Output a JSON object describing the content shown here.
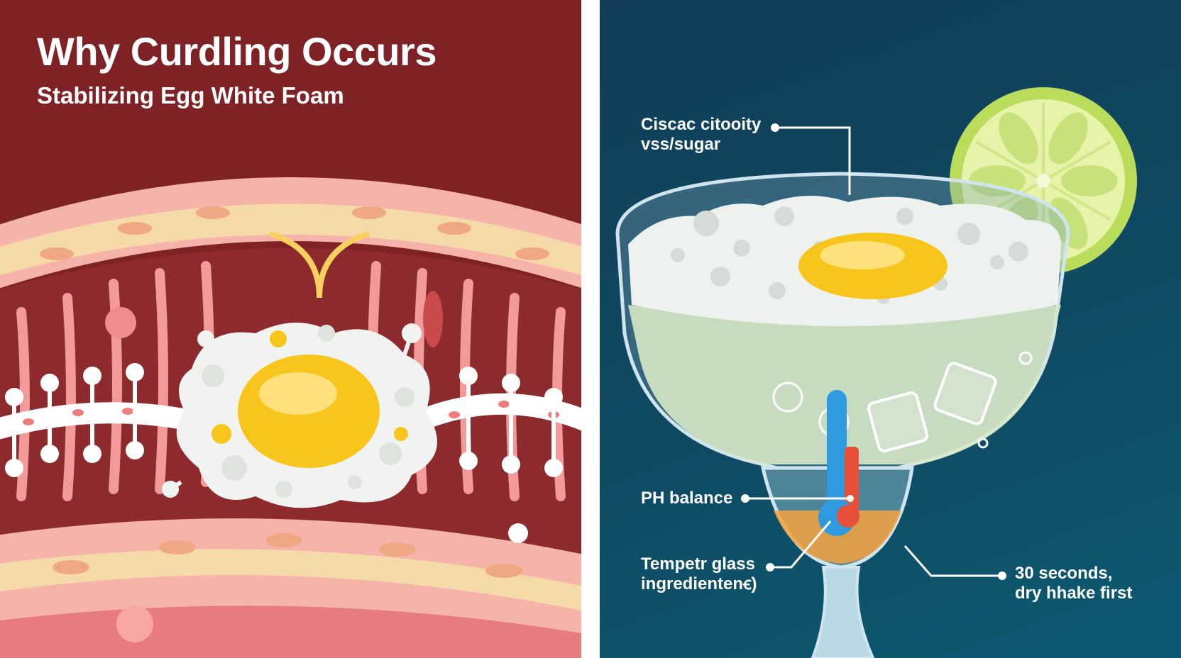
{
  "left_panel": {
    "title": "Why Curdling Occurs",
    "subtitle": "Stabilizing Egg White Foam"
  },
  "right_panel": {
    "callouts": {
      "acidity": {
        "line1": "Ciscac citooity",
        "line2": "vss/sugar"
      },
      "ph": {
        "line1": "PH balance"
      },
      "temp": {
        "line1": "Tempetr glass",
        "line2": "ingredientenꞓ)"
      },
      "shake": {
        "line1": "30 seconds,",
        "line2": "dry hhake first"
      }
    }
  },
  "colors": {
    "left_bg": "#7e2226",
    "right_bg": "#113d58",
    "tissue_pink": "#f4a0a0",
    "tissue_cream": "#f6d9a8",
    "yolk": "#f7c51b",
    "foam": "#f1f3f1",
    "lime": "#b9dc5a",
    "liquid": "#d7e8c6",
    "thermo_blue": "#2e9be0",
    "thermo_red": "#e8503a"
  },
  "icons": [
    "egg-yolk-icon",
    "lime-slice-icon",
    "thermometer-icon",
    "ice-cube-icon"
  ]
}
